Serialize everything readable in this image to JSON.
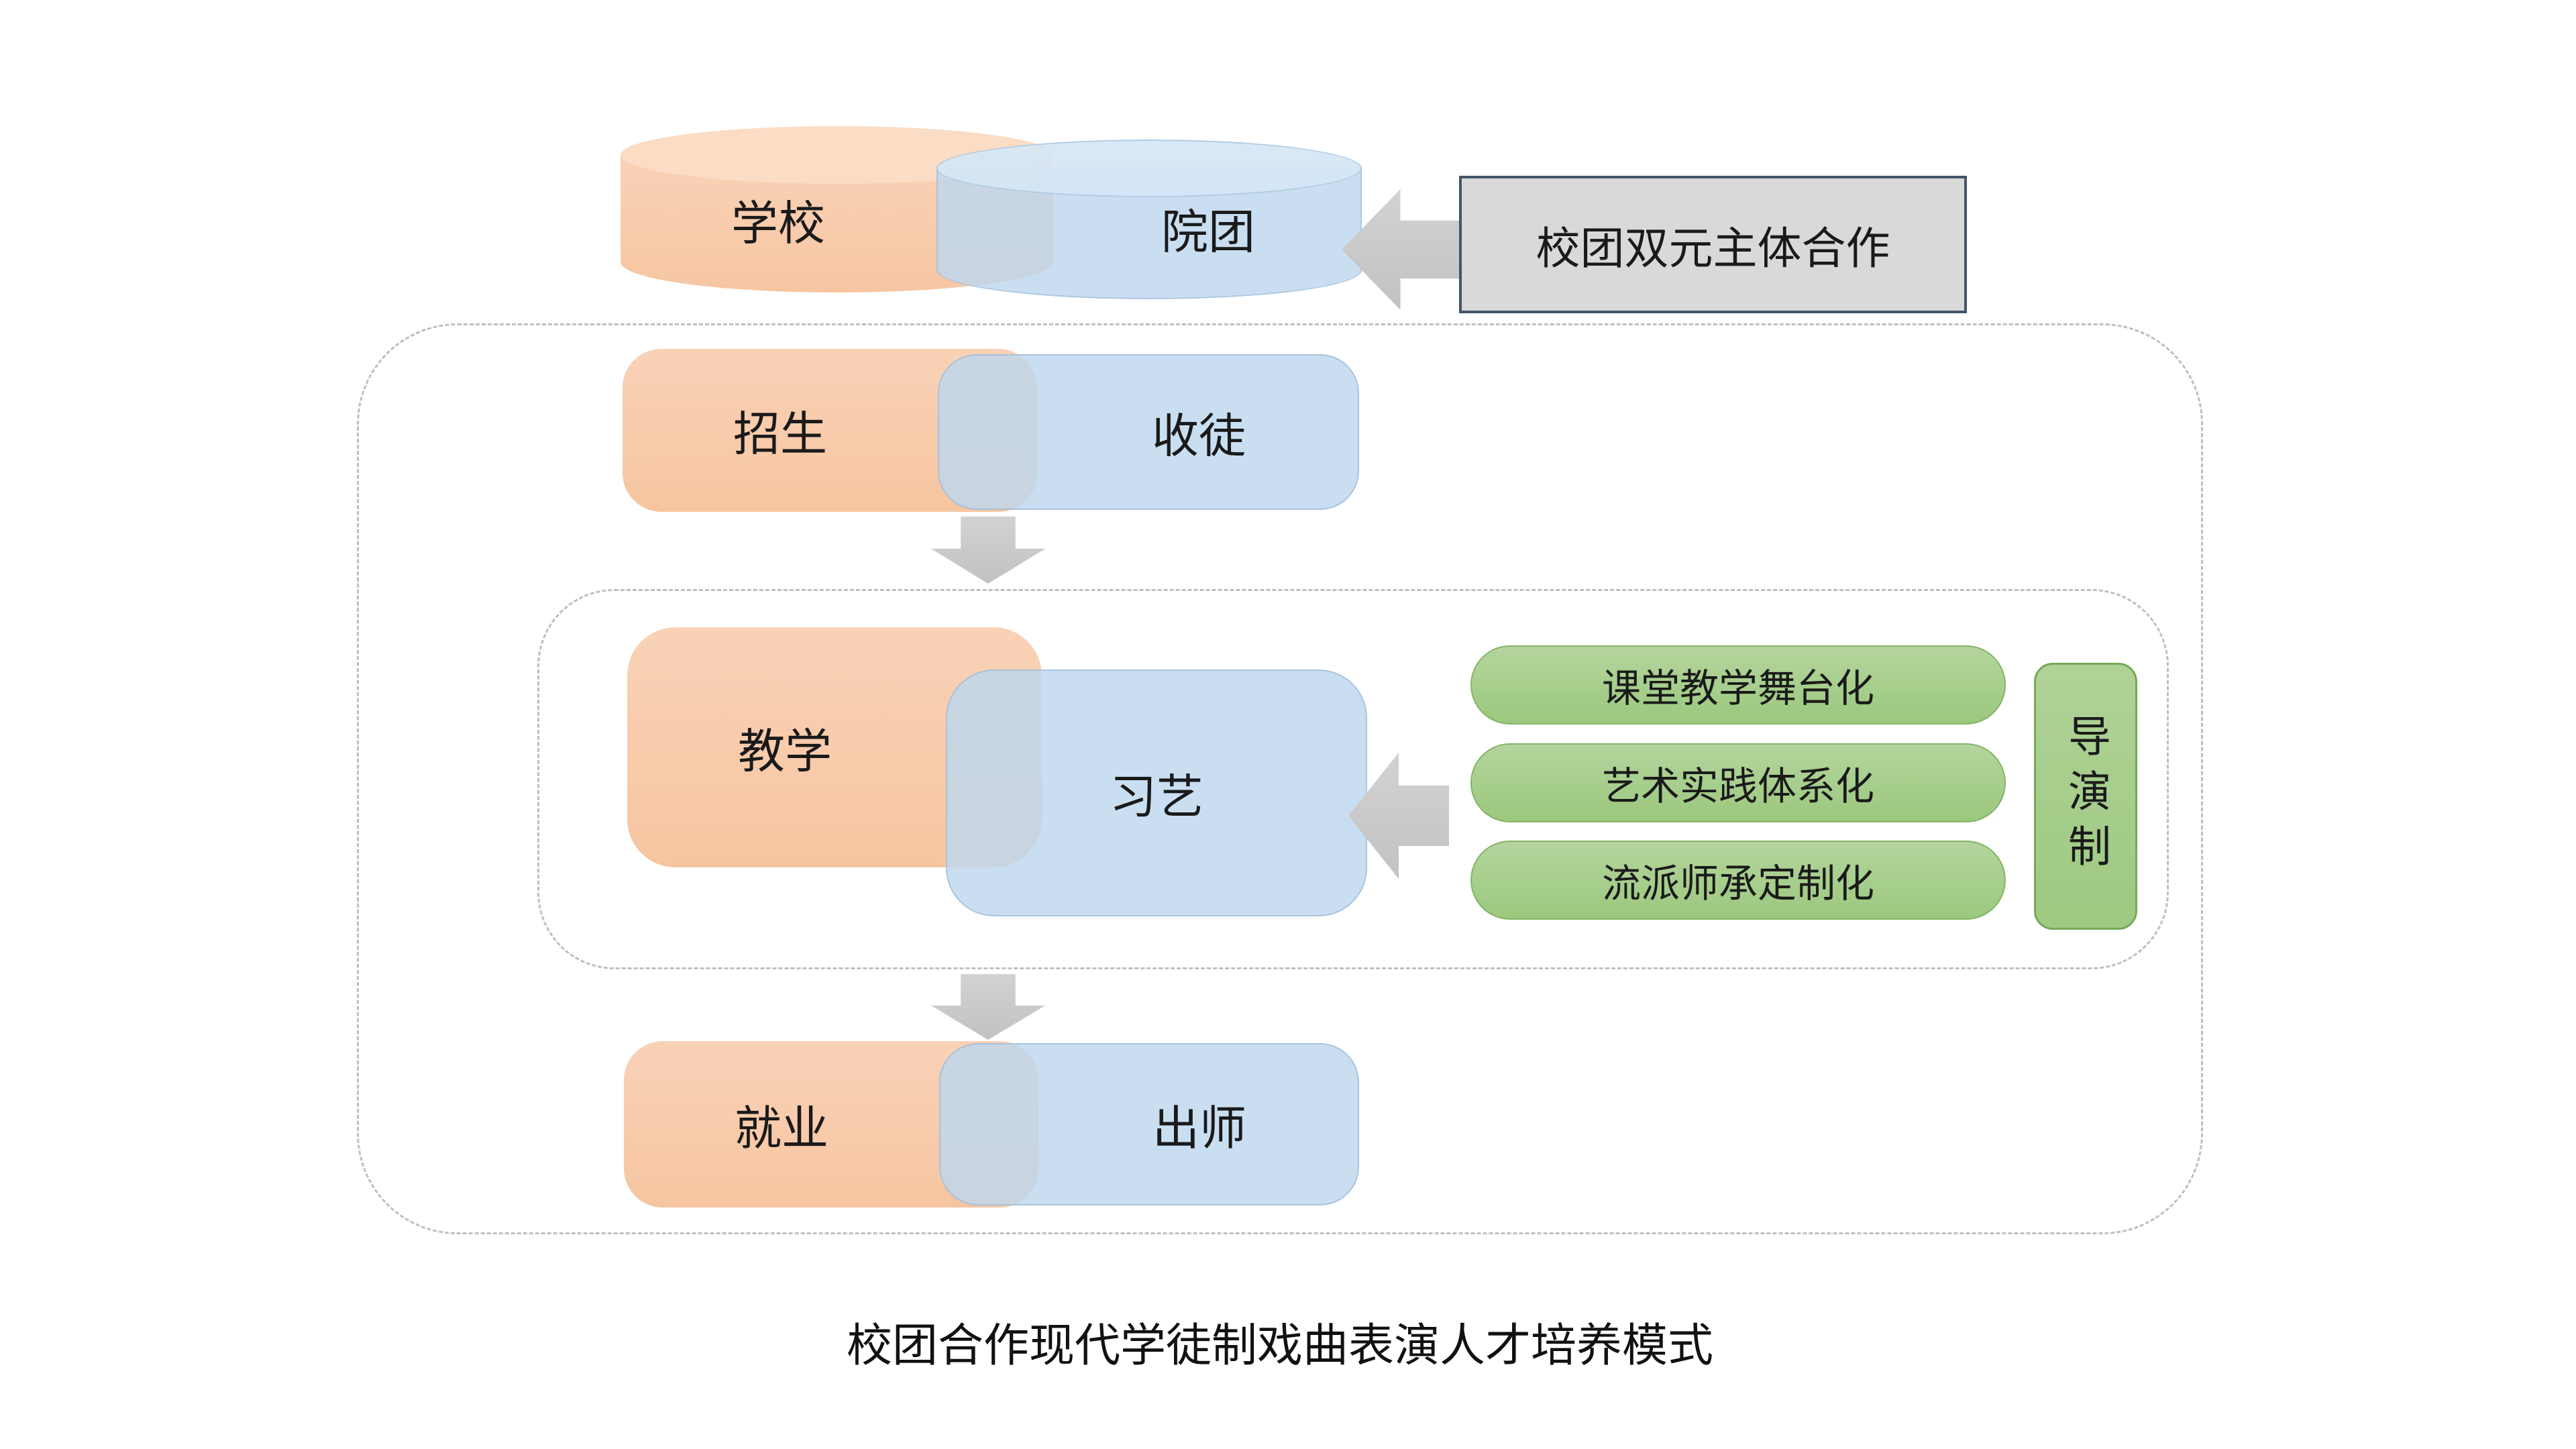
{
  "caption": "校团合作现代学徒制戏曲表演人才培养模式",
  "partnership": {
    "school": "学校",
    "troupe": "院团",
    "cooperation": "校团双元主体合作"
  },
  "stages": {
    "recruit": {
      "school": "招生",
      "troupe": "收徒"
    },
    "teach": {
      "school": "教学",
      "troupe": "习艺"
    },
    "employ": {
      "school": "就业",
      "troupe": "出师"
    }
  },
  "methods": [
    "课堂教学舞台化",
    "艺术实践体系化",
    "流派师承定制化"
  ],
  "director_system": "导演制",
  "colors": {
    "school_fill": "#F8CBAD",
    "troupe_fill": "#BDD7EE",
    "method_fill": "#A9D18E",
    "method_border": "#85B567",
    "cooperation_fill": "#D9D9D9",
    "cooperation_border": "#44546A",
    "arrow_fill": "#C9C9C9",
    "dashed_border": "#BFBFBF"
  }
}
